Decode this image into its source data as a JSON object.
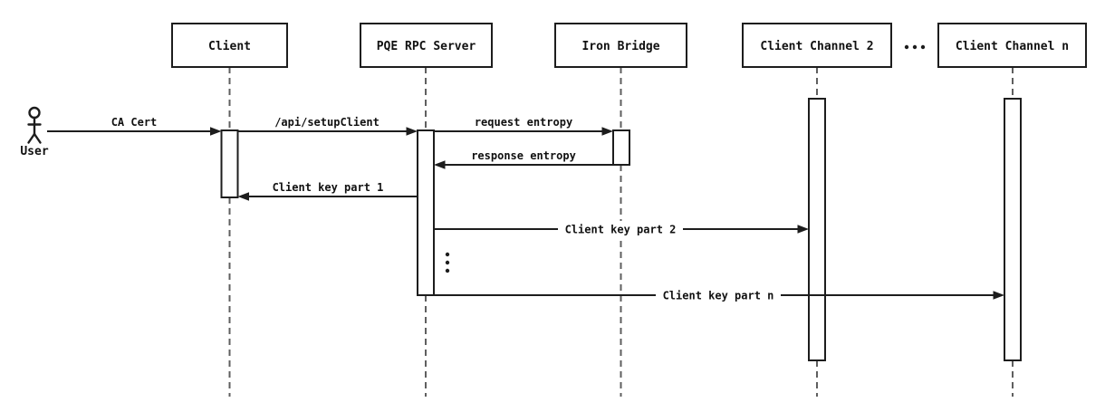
{
  "colors": {
    "line": "#1d1d1d",
    "lifeline": "#5f5f5f",
    "text": "#111111",
    "background": "#ffffff"
  },
  "actor": {
    "label": "User"
  },
  "participants": [
    {
      "label": "Client"
    },
    {
      "label": "PQE RPC Server"
    },
    {
      "label": "Iron Bridge"
    },
    {
      "label": "Client Channel 2"
    },
    {
      "label": "Client Channel n"
    }
  ],
  "messages": [
    {
      "label": "CA Cert",
      "from": "User",
      "to": "Client"
    },
    {
      "label": "/api/setupClient",
      "from": "Client",
      "to": "PQE RPC Server"
    },
    {
      "label": "request entropy",
      "from": "PQE RPC Server",
      "to": "Iron Bridge"
    },
    {
      "label": "response entropy",
      "from": "Iron Bridge",
      "to": "PQE RPC Server"
    },
    {
      "label": "Client key part 1",
      "from": "PQE RPC Server",
      "to": "Client"
    },
    {
      "label": "Client key part 2",
      "from": "PQE RPC Server",
      "to": "Client Channel 2"
    },
    {
      "label": "Client key part n",
      "from": "PQE RPC Server",
      "to": "Client Channel n"
    }
  ],
  "icons": {
    "between_channels": "horizontal-ellipsis-dots",
    "between_messages": "vertical-ellipsis-dots"
  }
}
